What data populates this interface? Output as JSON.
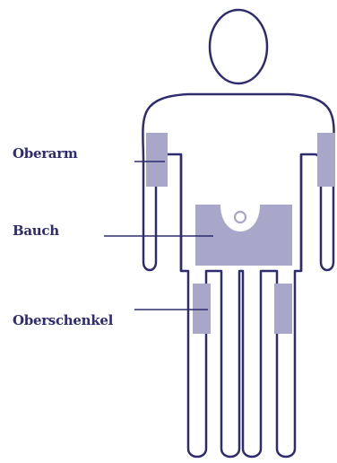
{
  "labels": {
    "upper_arm": "Oberarm",
    "abdomen": "Bauch",
    "thigh": "Oberschenkel"
  },
  "colors": {
    "outline": "#2e2c6e",
    "zone_fill": "#a9a7c9",
    "label_text": "#2e2c6e",
    "leader_line": "#2e2c6e",
    "background": "#ffffff"
  }
}
